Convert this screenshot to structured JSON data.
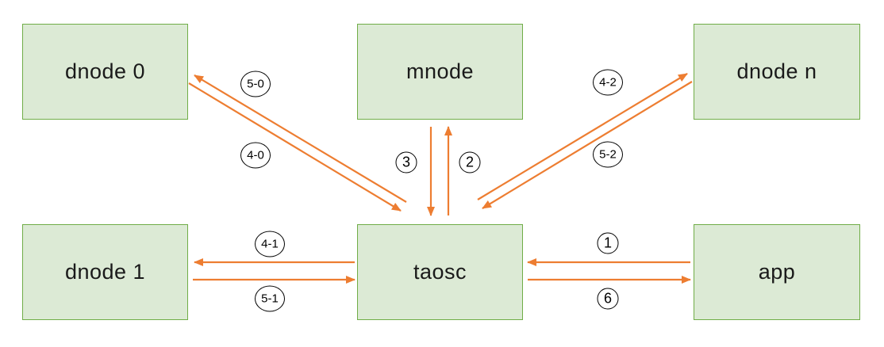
{
  "nodes": {
    "dnode0": "dnode 0",
    "mnode": "mnode",
    "dnoden": "dnode n",
    "dnode1": "dnode 1",
    "taosc": "taosc",
    "app": "app"
  },
  "edge_labels": {
    "resp_dnode0": "5-0",
    "req_dnode0": "4-0",
    "mnode_to_taosc": "3",
    "taosc_to_mnode": "2",
    "req_dnoden": "4-2",
    "resp_dnoden": "5-2",
    "req_dnode1": "4-1",
    "resp_dnode1": "5-1",
    "app_to_taosc": "1",
    "taosc_to_app": "6"
  },
  "colors": {
    "node_fill": "#dcead5",
    "node_border": "#70ad47",
    "arrow": "#ed7d31",
    "badge_border": "#000000",
    "background": "#ffffff"
  }
}
